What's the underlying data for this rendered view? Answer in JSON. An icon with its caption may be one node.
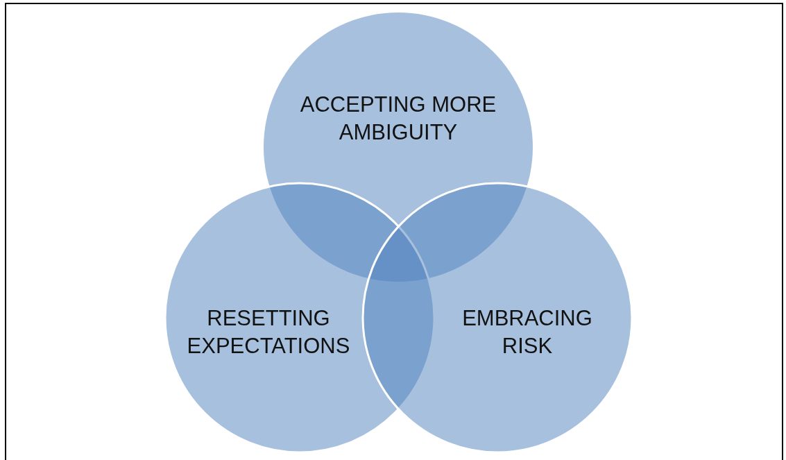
{
  "diagram": {
    "nodes": [
      {
        "text": [
          "ACCEPTING MORE AMBIGUITY"
        ]
      },
      {
        "text": [
          "RESETTING EXPECTATIONS"
        ]
      },
      {
        "text": [
          "EMBRACING RISK"
        ]
      }
    ],
    "edges": []
  }
}
